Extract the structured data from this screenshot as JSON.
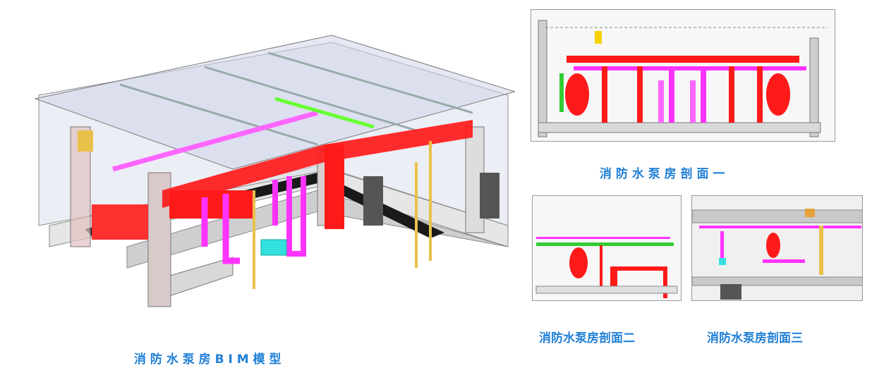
{
  "captions": {
    "bim_model": "消 防 水 泵 房 B I M 模 型",
    "section_1": "消 防 水 泵 房 剖 面 一",
    "section_2": "消防水泵房剖面二",
    "section_3": "消防水泵房剖面三"
  },
  "colors": {
    "caption": "#1f7fd6",
    "fire_pipe": "#ff1a1a",
    "spray_pipe": "#ff33ff",
    "green_pipe": "#33cc33",
    "yellow_pipe": "#e8c14a",
    "concrete": "#d9d9d9",
    "glass": "#b9c6e6"
  }
}
